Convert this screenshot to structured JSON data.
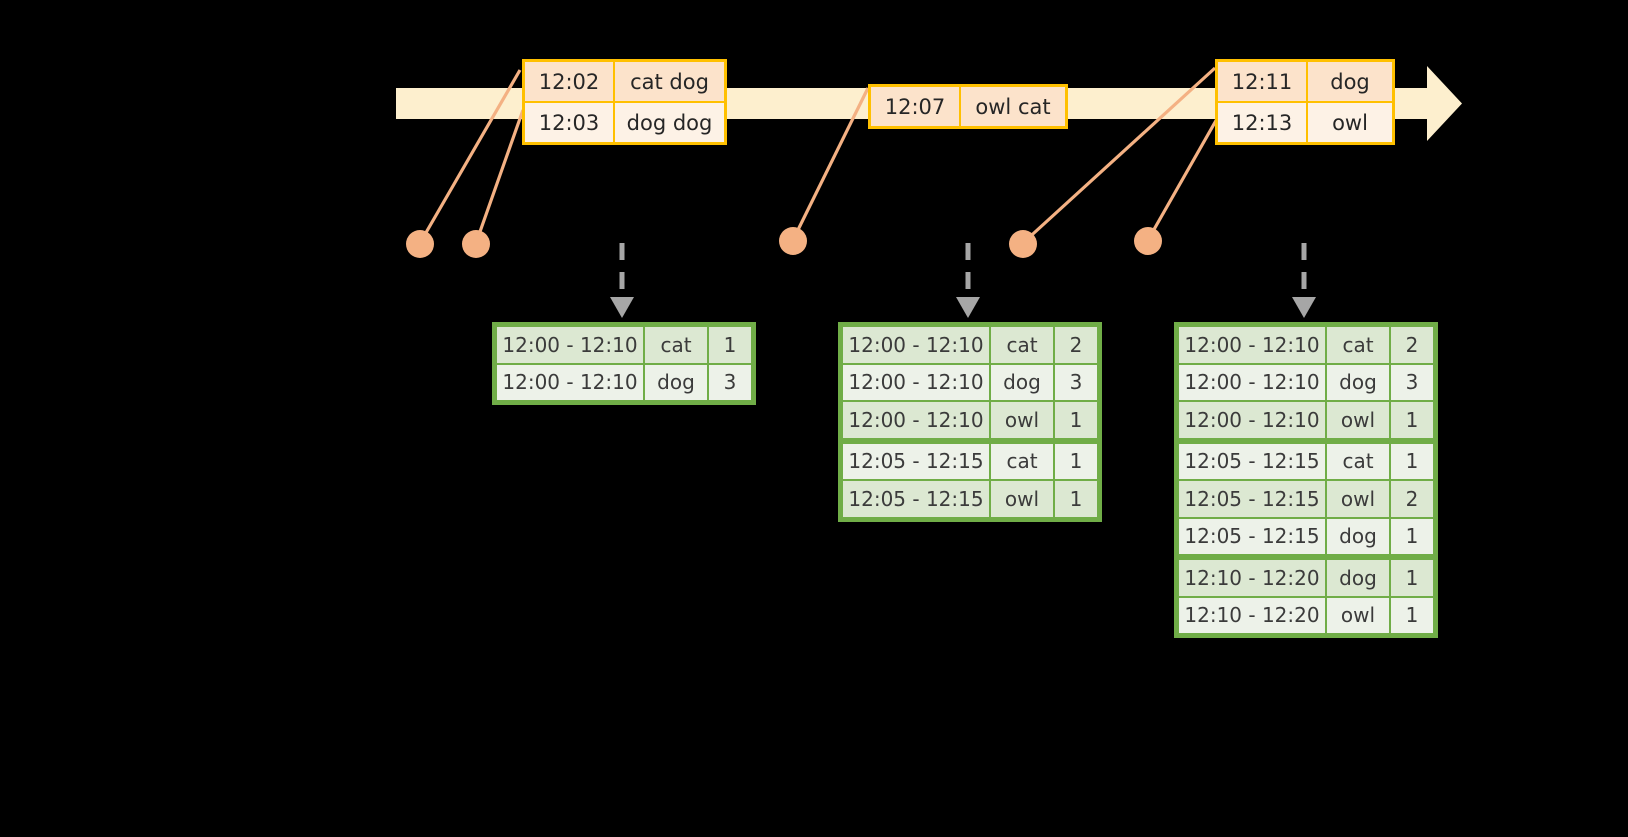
{
  "diagram": {
    "title": "windowed-word-count-timeline",
    "colors": {
      "background": "#000000",
      "timeline_bar": "#FDEFCE",
      "event_border": "#FFC000",
      "event_fill_a": "#FCE3CB",
      "event_fill_b": "#FDF2E6",
      "connector": "#F4B183",
      "table_border": "#70AD47",
      "table_fill_a": "#DCE8D2",
      "table_fill_b": "#EDF2E9",
      "dashed_arrow": "#A6A6A6"
    }
  },
  "timeline": {
    "icon": "right-arrow-timeline",
    "events": [
      {
        "id": "event-group-1",
        "rows": [
          {
            "time": "12:02",
            "words": "cat dog"
          },
          {
            "time": "12:03",
            "words": "dog dog"
          }
        ]
      },
      {
        "id": "event-group-2",
        "rows": [
          {
            "time": "12:07",
            "words": "owl cat"
          }
        ]
      },
      {
        "id": "event-group-3",
        "rows": [
          {
            "time": "12:11",
            "words": "dog"
          },
          {
            "time": "12:13",
            "words": "owl"
          }
        ]
      }
    ]
  },
  "tables": [
    {
      "id": "result-table-1",
      "rows": [
        {
          "window": "12:00 - 12:10",
          "word": "cat",
          "count": "1"
        },
        {
          "window": "12:00 - 12:10",
          "word": "dog",
          "count": "3"
        }
      ]
    },
    {
      "id": "result-table-2",
      "rows": [
        {
          "window": "12:00 - 12:10",
          "word": "cat",
          "count": "2"
        },
        {
          "window": "12:00 - 12:10",
          "word": "dog",
          "count": "3"
        },
        {
          "window": "12:00 - 12:10",
          "word": "owl",
          "count": "1"
        },
        {
          "window": "12:05 - 12:15",
          "word": "cat",
          "count": "1"
        },
        {
          "window": "12:05 - 12:15",
          "word": "owl",
          "count": "1"
        }
      ]
    },
    {
      "id": "result-table-3",
      "rows": [
        {
          "window": "12:00 - 12:10",
          "word": "cat",
          "count": "2"
        },
        {
          "window": "12:00 - 12:10",
          "word": "dog",
          "count": "3"
        },
        {
          "window": "12:00 - 12:10",
          "word": "owl",
          "count": "1"
        },
        {
          "window": "12:05 - 12:15",
          "word": "cat",
          "count": "1"
        },
        {
          "window": "12:05 - 12:15",
          "word": "owl",
          "count": "2"
        },
        {
          "window": "12:05 - 12:15",
          "word": "dog",
          "count": "1"
        },
        {
          "window": "12:10 - 12:20",
          "word": "dog",
          "count": "1"
        },
        {
          "window": "12:10 - 12:20",
          "word": "owl",
          "count": "1"
        }
      ]
    }
  ]
}
